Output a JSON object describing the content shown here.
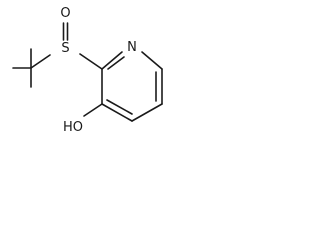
{
  "molecule": {
    "atoms": {
      "sulfur": "S",
      "oxygen": "O",
      "nitrogen": "N",
      "hydroxyl": "HO"
    }
  }
}
